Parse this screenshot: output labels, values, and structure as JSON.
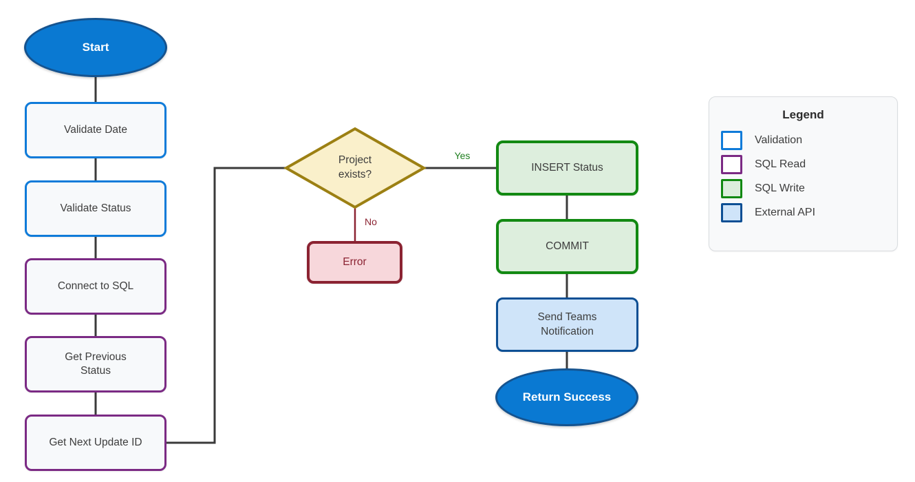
{
  "colors": {
    "terminator_fill": "#0a79d2",
    "terminator_border": "#15538f",
    "terminator_text": "#ffffff",
    "node_text": "#3d3d3d",
    "process_fill": "#f7f9fb",
    "validation_border": "#0f7bd9",
    "sql_read_border": "#7b2a84",
    "sql_write_border": "#128912",
    "sql_write_fill": "#ddeedd",
    "external_api_border": "#0d4f94",
    "external_api_fill": "#cfe4f9",
    "decision_fill": "#faf0cb",
    "decision_border": "#9c8013",
    "error_fill": "#f7d7db",
    "error_border": "#8b2332",
    "error_text": "#8b2332",
    "connector": "#3a3a3a",
    "no_connector": "#8b2332",
    "yes_label": "#1e7e1e",
    "no_label": "#8b2332",
    "legend_bg": "#f8f9fa",
    "legend_border": "#d9dcdf"
  },
  "nodes": {
    "start": {
      "label": "Start",
      "type": "terminator"
    },
    "validate_date": {
      "label": "Validate Date",
      "type": "validation"
    },
    "validate_status": {
      "label": "Validate Status",
      "type": "validation"
    },
    "connect_sql": {
      "label": "Connect to SQL",
      "type": "sql_read"
    },
    "get_previous_status": {
      "label": "Get Previous Status",
      "type": "sql_read"
    },
    "get_next_update_id": {
      "label": "Get Next Update ID",
      "type": "sql_read"
    },
    "decision": {
      "label": "Project exists?",
      "type": "decision"
    },
    "error": {
      "label": "Error",
      "type": "error"
    },
    "insert_status": {
      "label": "INSERT Status",
      "type": "sql_write"
    },
    "commit": {
      "label": "COMMIT",
      "type": "sql_write"
    },
    "send_teams": {
      "label": "Send Teams Notification",
      "type": "external_api"
    },
    "return_success": {
      "label": "Return Success",
      "type": "terminator"
    }
  },
  "edges": {
    "yes_label": "Yes",
    "no_label": "No"
  },
  "legend": {
    "title": "Legend",
    "items": [
      {
        "label": "Validation",
        "border": "#0f7bd9",
        "fill": "#ffffff"
      },
      {
        "label": "SQL Read",
        "border": "#7b2a84",
        "fill": "#ffffff"
      },
      {
        "label": "SQL Write",
        "border": "#128912",
        "fill": "#ddeedd"
      },
      {
        "label": "External API",
        "border": "#0d4f94",
        "fill": "#cfe4f9"
      }
    ]
  }
}
